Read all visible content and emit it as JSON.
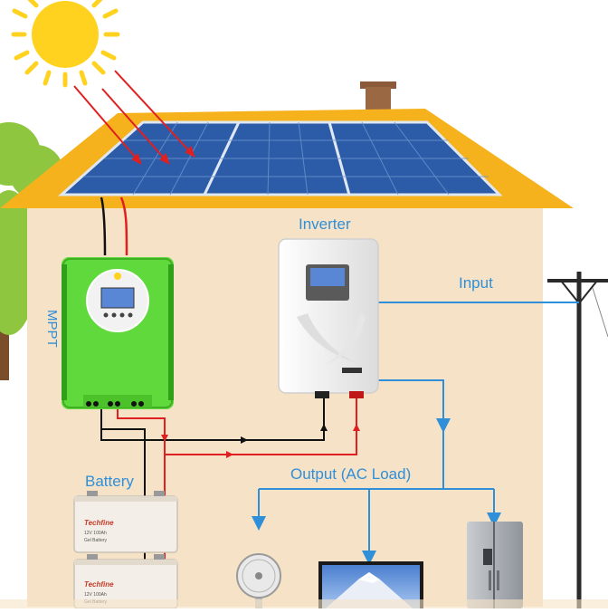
{
  "labels": {
    "inverter": "Inverter",
    "input": "Input",
    "mppt": "MPPT",
    "battery": "Battery",
    "output": "Output (AC Load)"
  },
  "battery": {
    "brand": "Techfine",
    "line1": "12V 100Ah",
    "line2": "Gel Battery"
  },
  "colors": {
    "sun": "#ffd21f",
    "roof": "#f6b21c",
    "wall": "#f6e2c7",
    "panel": "#2c5ca8",
    "mppt": "#5fd93c",
    "inverter": "#f2f2f2",
    "wire_pos": "#e02020",
    "wire_neg": "#111111",
    "ac_wire": "#2f8fd8",
    "label": "#2f8fd8",
    "tree": "#8fc63f",
    "fridge": "#9a9fa6"
  }
}
